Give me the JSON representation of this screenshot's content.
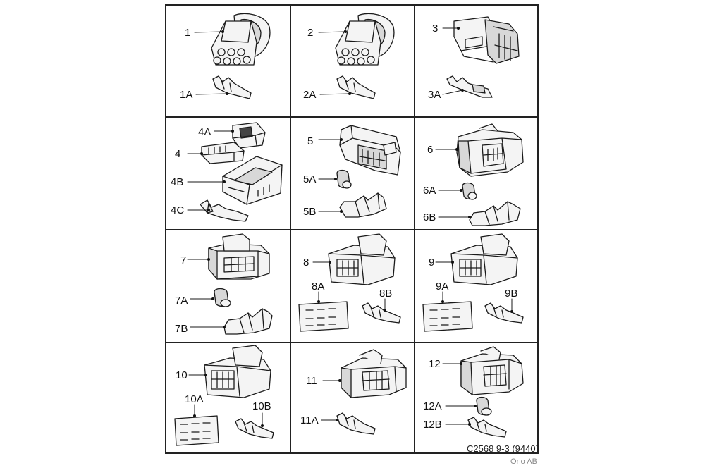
{
  "cells": [
    {
      "labels": [
        "1",
        "1A"
      ]
    },
    {
      "labels": [
        "2",
        "2A"
      ]
    },
    {
      "labels": [
        "3",
        "3A"
      ]
    },
    {
      "labels": [
        "4A",
        "4",
        "4B",
        "4C"
      ]
    },
    {
      "labels": [
        "5",
        "5A",
        "5B"
      ]
    },
    {
      "labels": [
        "6",
        "6A",
        "6B"
      ]
    },
    {
      "labels": [
        "7",
        "7A",
        "7B"
      ]
    },
    {
      "labels": [
        "8",
        "8A",
        "8B"
      ]
    },
    {
      "labels": [
        "9",
        "9A",
        "9B"
      ]
    },
    {
      "labels": [
        "10",
        "10A",
        "10B"
      ]
    },
    {
      "labels": [
        "11",
        "11A"
      ]
    },
    {
      "labels": [
        "12",
        "12A",
        "12B"
      ]
    }
  ],
  "footer": {
    "code": "C2568 9-3 (9440)",
    "publisher": "Orio AB"
  }
}
